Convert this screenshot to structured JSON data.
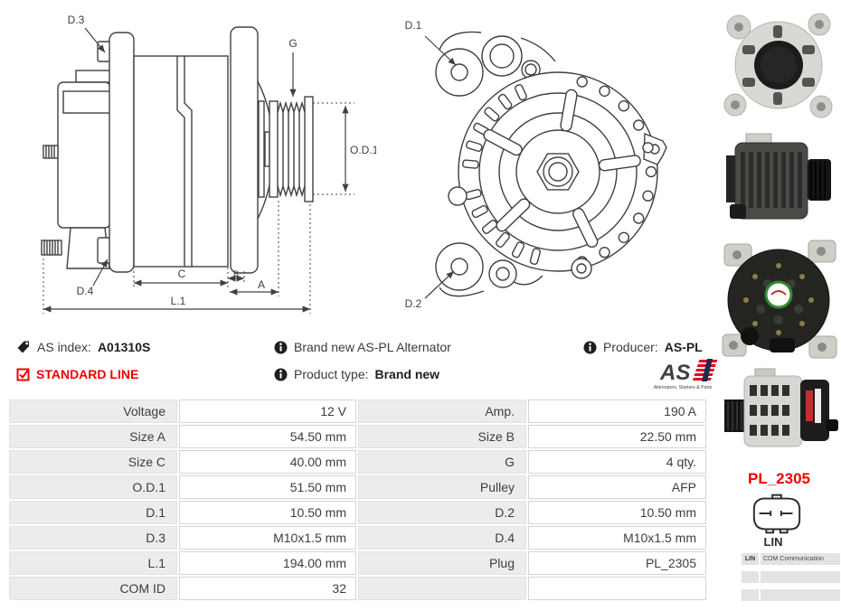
{
  "info": {
    "as_index_label": "AS index:",
    "as_index_value": "A01310S",
    "standard_line": "STANDARD LINE",
    "brand_new_text": "Brand new AS-PL Alternator",
    "product_type_label": "Product type:",
    "product_type_value": "Brand new",
    "producer_label": "Producer:",
    "producer_value": "AS-PL",
    "logo_text": "AS",
    "logo_tagline": "Alternators, Starters & Parts"
  },
  "diagram": {
    "side": {
      "d3": "D.3",
      "g": "G",
      "od1": "O.D.1",
      "d4": "D.4",
      "c": "C",
      "b": "B",
      "a": "A",
      "l1": "L.1"
    },
    "front": {
      "d1": "D.1",
      "d2": "D.2"
    }
  },
  "specs": {
    "rows": [
      {
        "l1": "Voltage",
        "v1": "12 V",
        "l2": "Amp.",
        "v2": "190 A"
      },
      {
        "l1": "Size A",
        "v1": "54.50 mm",
        "l2": "Size B",
        "v2": "22.50 mm"
      },
      {
        "l1": "Size C",
        "v1": "40.00 mm",
        "l2": "G",
        "v2": "4 qty."
      },
      {
        "l1": "O.D.1",
        "v1": "51.50 mm",
        "l2": "Pulley",
        "v2": "AFP"
      },
      {
        "l1": "D.1",
        "v1": "10.50 mm",
        "l2": "D.2",
        "v2": "10.50 mm"
      },
      {
        "l1": "D.3",
        "v1": "M10x1.5 mm",
        "l2": "D.4",
        "v2": "M10x1.5 mm"
      },
      {
        "l1": "L.1",
        "v1": "194.00 mm",
        "l2": "Plug",
        "v2": "PL_2305"
      },
      {
        "l1": "COM ID",
        "v1": "32",
        "l2": "",
        "v2": ""
      }
    ]
  },
  "plug": {
    "name": "PL_2305",
    "type_label": "LIN",
    "comm_table": {
      "col1": "LIN",
      "col2": "COM Communication"
    }
  },
  "colors": {
    "accent_red": "#f10000",
    "table_label_bg": "#ececec",
    "table_border": "#d4d4d4",
    "line_color": "#404040"
  }
}
